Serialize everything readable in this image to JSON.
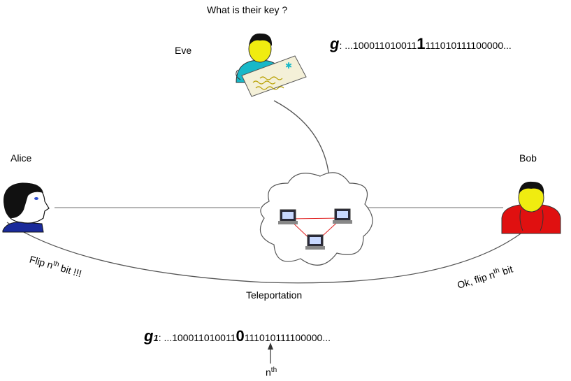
{
  "labels": {
    "question": "What is their key ?",
    "eve": "Eve",
    "alice": "Alice",
    "bob": "Bob",
    "teleportation": "Teleportation",
    "alice_msg_pre": "Flip n",
    "alice_msg_sup": "th",
    "alice_msg_post": " bit !!!",
    "bob_msg_pre": "Ok, flip n",
    "bob_msg_sup": "th",
    "bob_msg_post": " bit",
    "nth_pre": "n",
    "nth_sup": "th"
  },
  "eve_key": {
    "symbol": "g",
    "colon": ": ",
    "before": "...100011010011",
    "highlight": "1",
    "after": "111010111100000..."
  },
  "shared_key": {
    "symbol": "g",
    "subscript": "1",
    "colon": ": ",
    "before": "...100011010011",
    "highlight": "0",
    "after": "111010111100000..."
  },
  "colors": {
    "line": "#8a8a8a",
    "cloud_stroke": "#555555",
    "link": "#e02020",
    "eve_shirt": "#18b8c8",
    "bob_shirt": "#e01010",
    "alice_shirt": "#1a2a9a",
    "face": "#f0ec10",
    "paper": "#f4f0d8",
    "scribble": "#b8a000"
  }
}
